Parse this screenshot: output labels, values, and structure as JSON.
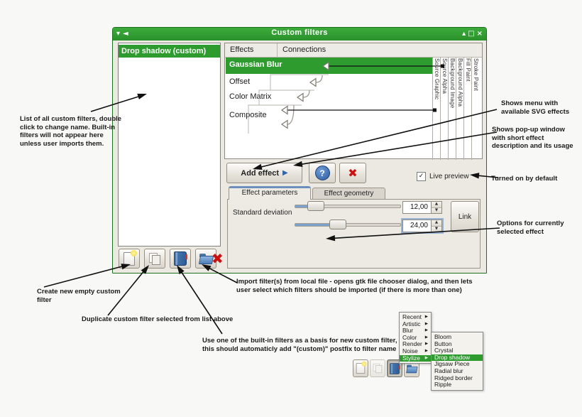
{
  "colors": {
    "accent_green": "#2e9b2e",
    "danger_red": "#cc1111",
    "help_blue": "#3465a4",
    "tab_blue": "#6d8fbe"
  },
  "window": {
    "title": "Custom filters"
  },
  "icons": {
    "collapse": "▾",
    "undock": "◄",
    "shade": "▴",
    "maximize": "□",
    "close": "×",
    "add_effect_arrow": "▶",
    "help": "?",
    "delete": "✖",
    "check": "✓",
    "spin_up": "▲",
    "spin_down": "▼",
    "submenu_arrow": "▶"
  },
  "filter_list": {
    "selected_item": "Drop shadow (custom)"
  },
  "effects": {
    "tabs": [
      "Effects",
      "Connections"
    ],
    "rows": [
      "Gaussian Blur",
      "Offset",
      "Color Matrix",
      "Composite"
    ],
    "selected_row": "Gaussian Blur",
    "inputs": [
      "Source Graphic",
      "Source Alpha",
      "Background Image",
      "Background Alpha",
      "Fill Paint",
      "Stroke Paint"
    ]
  },
  "controls": {
    "add_effect": "Add effect",
    "live_preview": "Live preview",
    "live_preview_checked": true
  },
  "params": {
    "tabs": [
      "Effect parameters",
      "Effect geometry"
    ],
    "active_tab": "Effect parameters",
    "label": "Standard deviation",
    "value1": "12,00",
    "value2": "24,00",
    "link": "Link"
  },
  "menu": {
    "items": [
      "Recent",
      "Artistic",
      "Blur",
      "Color",
      "Render",
      "Noise",
      "Stylize"
    ],
    "highlighted_item": "Stylize",
    "submenu": [
      "Bloom",
      "Button",
      "Crystal",
      "Drop shadow",
      "Jigsaw Piece",
      "Radial blur",
      "Ridged border",
      "Ripple"
    ],
    "highlighted_subitem": "Drop shadow"
  },
  "annotations": {
    "filter_list": "List of all custom filters, double click to change name. Built-in filters will not appear here unless user imports them.",
    "add_effect": "Shows menu with available SVG effects",
    "help": "Shows pop-up window with short effect description and its usage",
    "live_preview": "Turned on by default",
    "options": "Options for currently selected effect",
    "new_filter": "Create new empty custom filter",
    "duplicate_filter": "Duplicate custom filter selected from list above",
    "import_filter": "Import filter(s) from local file - opens gtk file chooser dialog, and then lets user select which filters should be imported (if there is more than one)",
    "builtin_filter": "Use one of the built-in filters as a basis for new custom filter, this should automaticly add \"(custom)\" postfix to filter name"
  }
}
